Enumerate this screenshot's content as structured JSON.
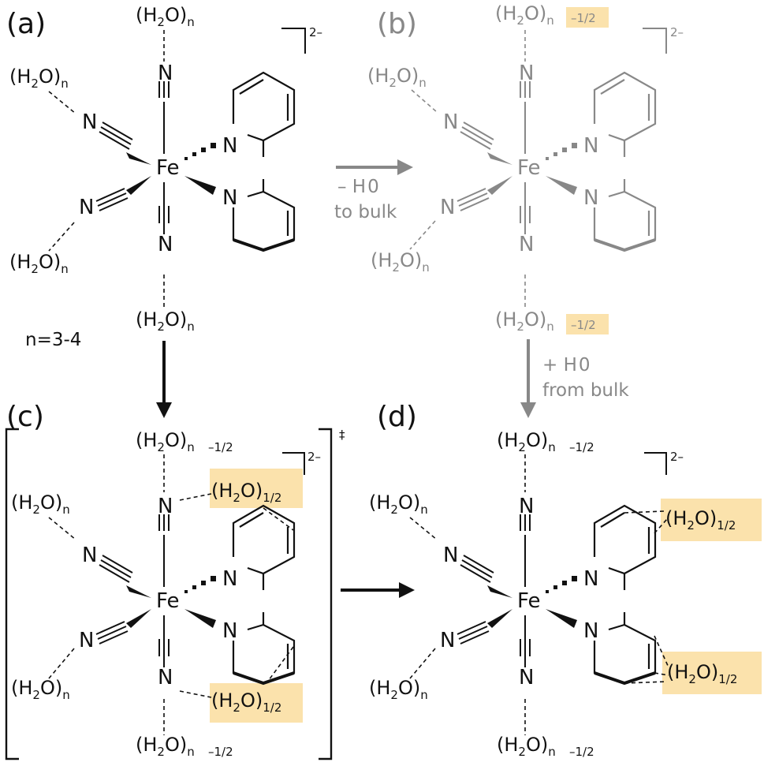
{
  "panels": {
    "a": {
      "label": "(a)",
      "charge": "2–"
    },
    "b": {
      "label": "(b)",
      "charge": "2–"
    },
    "c": {
      "label": "(c)",
      "charge": "2–",
      "ts": "‡"
    },
    "d": {
      "label": "(d)",
      "charge": "2–"
    }
  },
  "atoms": {
    "metal": "Fe",
    "nitrogen": "N"
  },
  "water": {
    "base": "(H",
    "two": "2",
    "close": "O)",
    "n": "n",
    "half": "1/2",
    "minus_half": "–1/2"
  },
  "notes": {
    "n_range": "n=3-4",
    "to_bulk_1": "– H",
    "to_bulk_2": "0",
    "to_bulk_3": "to bulk",
    "from_bulk_1": "+ H",
    "from_bulk_2": "0",
    "from_bulk_3": "from bulk"
  },
  "colors": {
    "active": "#111111",
    "faded": "#888888",
    "highlight": "#fbe2ac"
  }
}
